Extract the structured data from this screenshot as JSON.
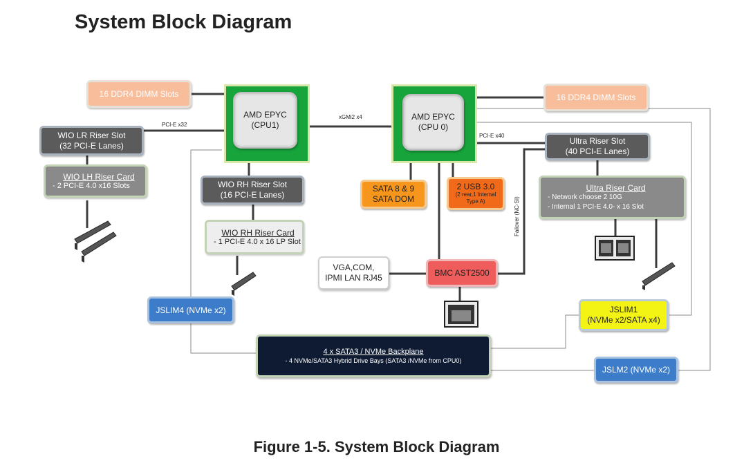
{
  "page": {
    "title": "System Block Diagram",
    "caption": "Figure 1-5. System Block Diagram"
  },
  "cpu1": {
    "line1": "AMD EPYC",
    "line2": "(CPU1)"
  },
  "cpu0": {
    "line1": "AMD EPYC",
    "line2": "(CPU 0)"
  },
  "dimm_left": "16 DDR4 DIMM Slots",
  "dimm_right": "16 DDR4 DIMM Slots",
  "wio_lr": {
    "line1": "WIO LR Riser Slot",
    "line2": "(32 PCI-E Lanes)"
  },
  "wio_lh": {
    "title": "WIO LH Riser Card",
    "item": "- 2 PCI-E 4.0 x16 Slots"
  },
  "wio_rh_slot": {
    "line1": "WIO RH Riser Slot",
    "line2": "(16 PCI-E Lanes)"
  },
  "wio_rh_card": {
    "title": "WIO RH Riser Card",
    "item": "- 1 PCI-E 4.0 x 16 LP Slot"
  },
  "sata": {
    "line1": "SATA 8 & 9",
    "line2": "SATA DOM"
  },
  "usb": {
    "line1": "2  USB 3.0",
    "line2": "(2 rear,1 Internal",
    "line3": "Type  A)"
  },
  "ultra_slot": {
    "line1": "Ultra Riser Slot",
    "line2": "(40 PCI-E Lanes)"
  },
  "ultra_card": {
    "title": "Ultra Riser Card",
    "item1": "-    Network choose 2 10G",
    "item2": "-    Internal 1 PCI-E 4.0- x 16 Slot"
  },
  "vga": {
    "line1": "VGA,COM,",
    "line2": "IPMI LAN RJ45"
  },
  "bmc": "BMC AST2500",
  "jslim4": "JSLIM4 (NVMe x2)",
  "jslim1": {
    "line1": "JSLIM1",
    "line2": "(NVMe x2/SATA x4)"
  },
  "jslm2": "JSLM2 (NVMe x2)",
  "backplane": {
    "title": "4 x SATA3 / NVMe Backplane",
    "item": "- 4 NVMe/SATA3 Hybrid Drive Bays (SATA3 /NVMe from CPU0)"
  },
  "labels": {
    "pcie_x32": "PCI-E x32",
    "xgmi": "xGMi2 x4",
    "pcie_x40": "PCI-E x40",
    "failover": "Failover (NC-SI)"
  },
  "colors": {
    "cpu_green": "#17a53b",
    "dimm_peach": "#f8be9c",
    "riser_dark": "#5b5b5b",
    "nvme_blue": "#3d7cc9",
    "bmc_red": "#ef5c5c",
    "sata_orange": "#f7961d",
    "usb_orange": "#f06a1a",
    "jslim1_yellow": "#f4f414",
    "backplane_navy": "#0e1b33"
  }
}
